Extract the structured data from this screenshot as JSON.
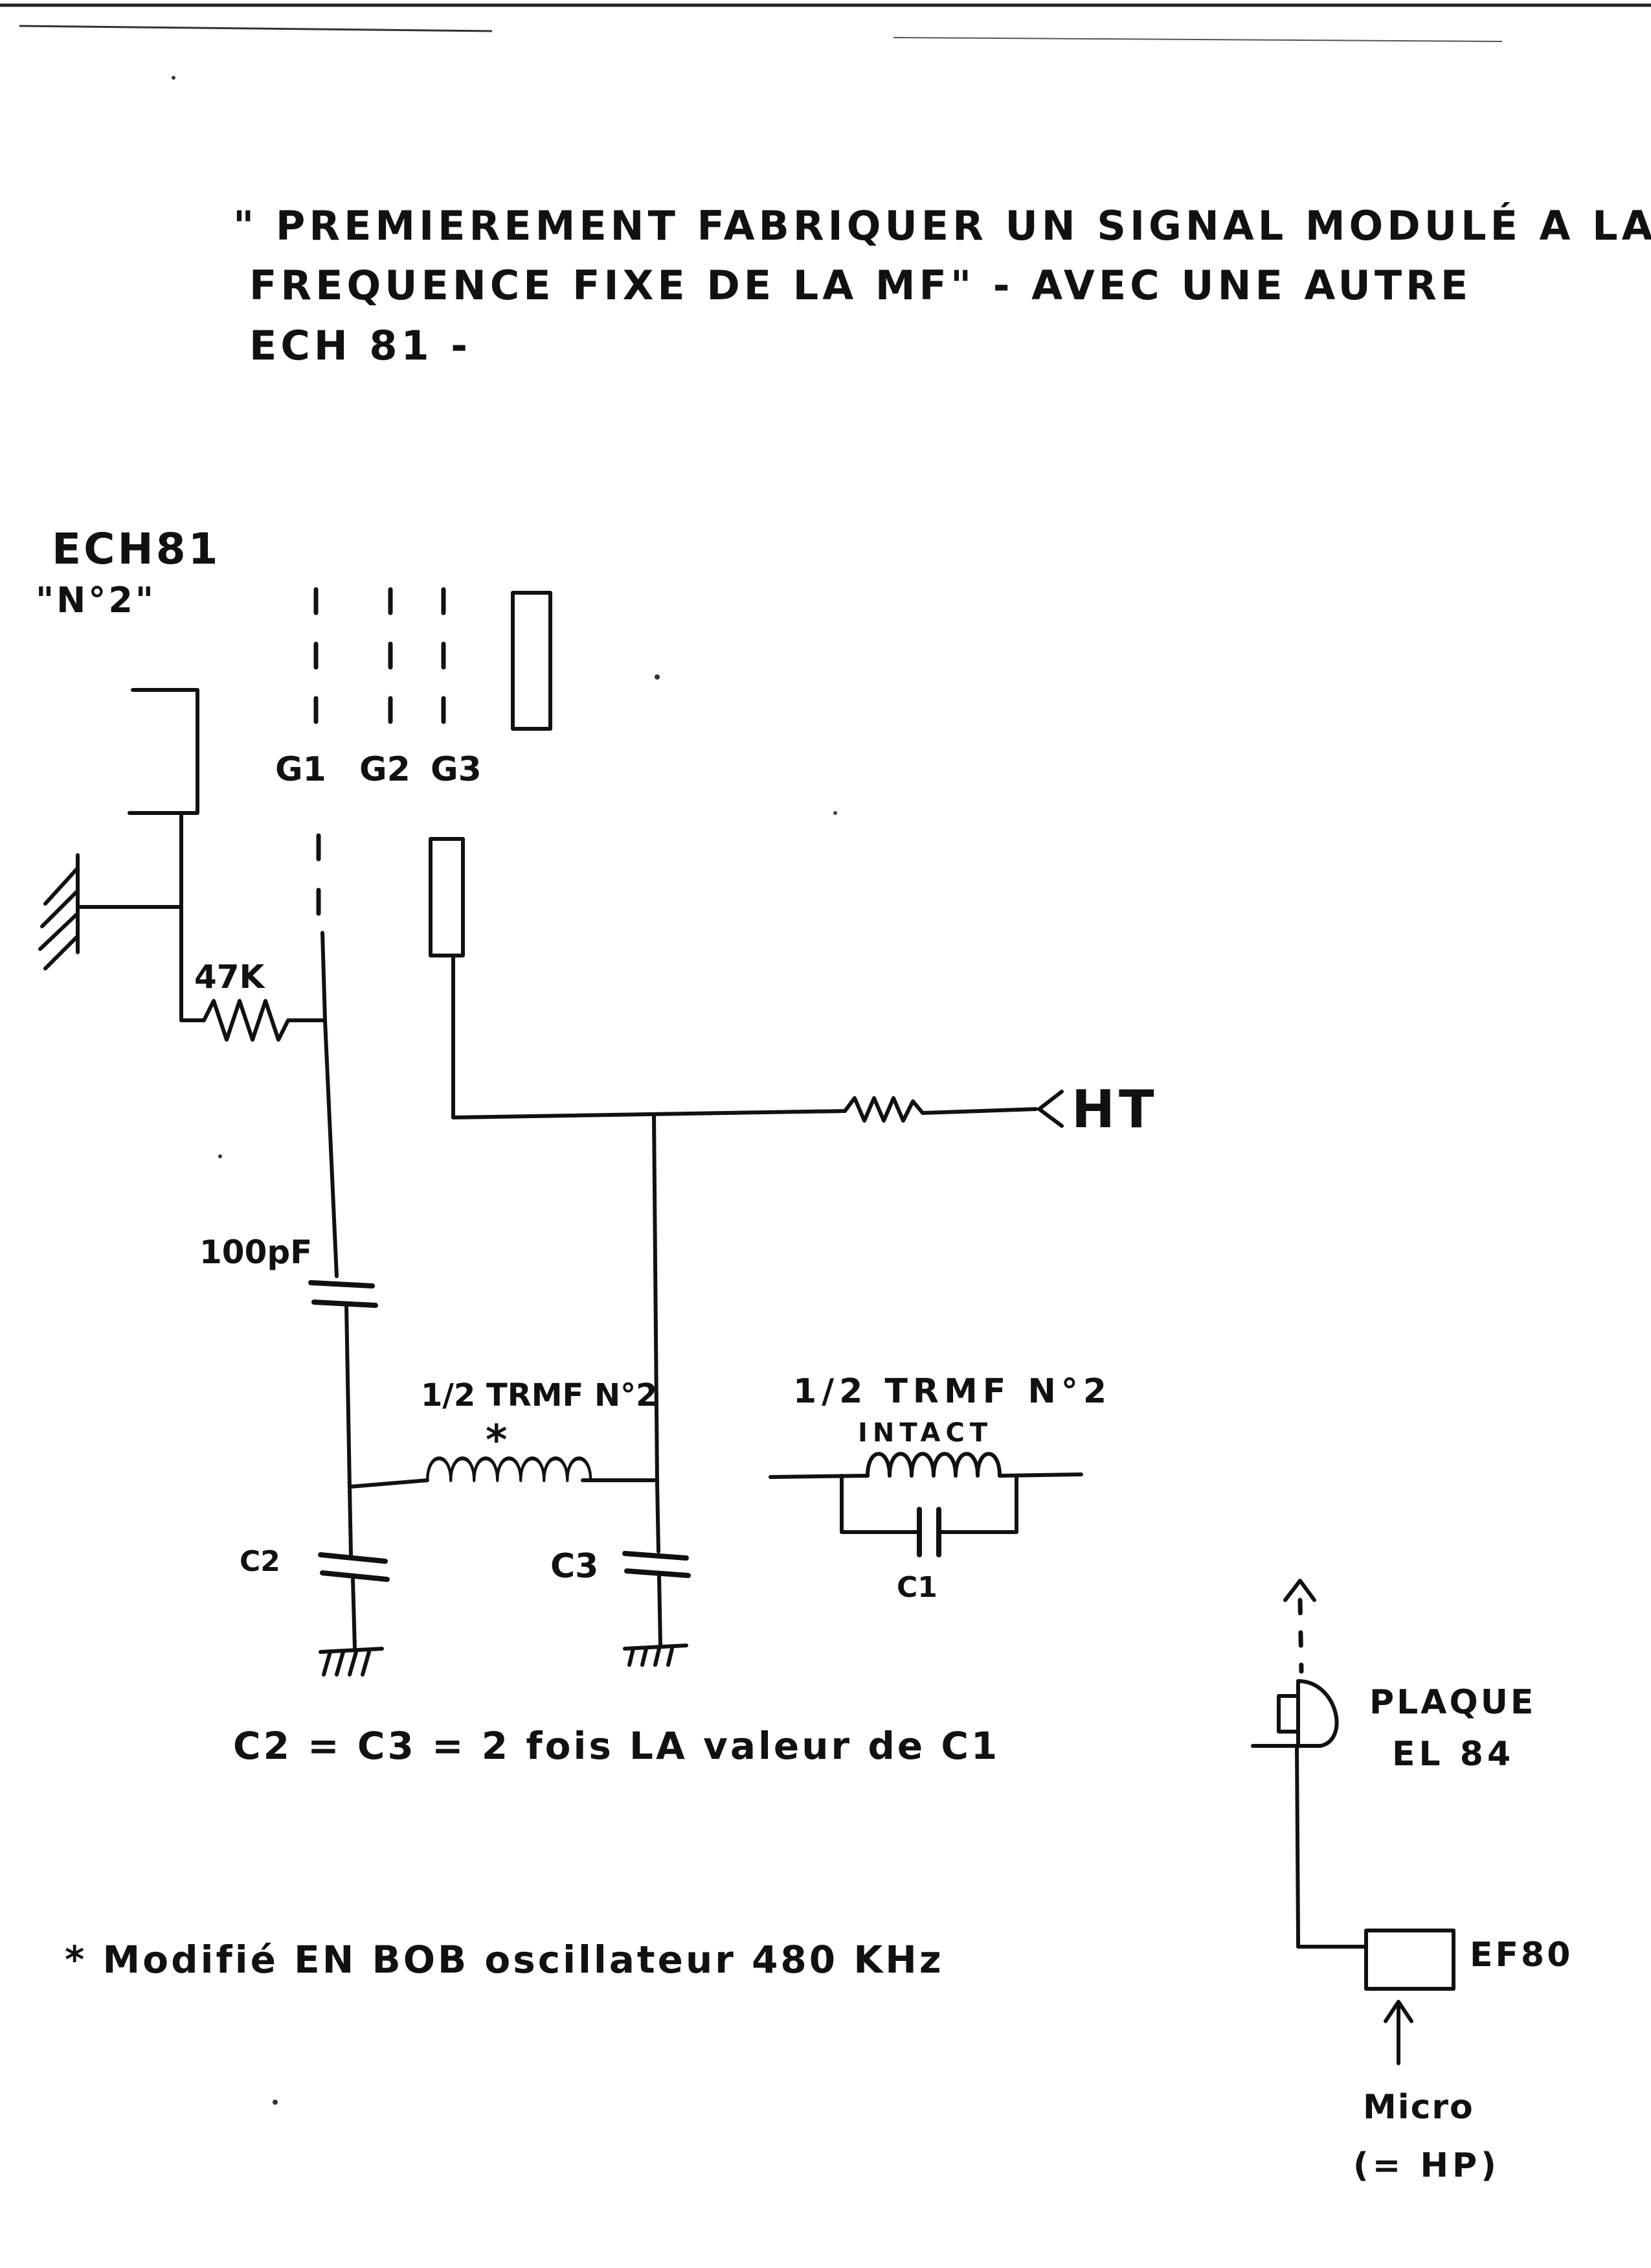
{
  "heading": {
    "line1": "\" PREMIEREMENT FABRIQUER UN SIGNAL MODULÉ A LA",
    "line2": "FREQUENCE FIXE DE LA MF\" - AVEC UNE AUTRE",
    "line3": "ECH 81 -"
  },
  "tube": {
    "name": "ECH81",
    "number": "\"N°2\"",
    "grid_labels": [
      "G1",
      "G2",
      "G3"
    ]
  },
  "components": {
    "resistor_g1": "47K",
    "coupling_cap": "100pF",
    "ht": "HT",
    "coil_modified": "1/2 TRMF N°2",
    "coil_modified_mark": "*",
    "coil_intact_title": "1/2 TRMF N°2",
    "coil_intact_sub": "INTACT",
    "cap_c1": "C1",
    "cap_c2": "C2",
    "cap_c3": "C3"
  },
  "equation": "C2 = C3 = 2 fois LA valeur de C1",
  "footnote": "* Modifié EN BOB oscillateur 480 KHz",
  "modulator": {
    "plaque_line1": "PLAQUE",
    "plaque_line2": "EL 84",
    "tube2": "EF80",
    "micro_line1": "Micro",
    "micro_line2": "(= HP)"
  }
}
